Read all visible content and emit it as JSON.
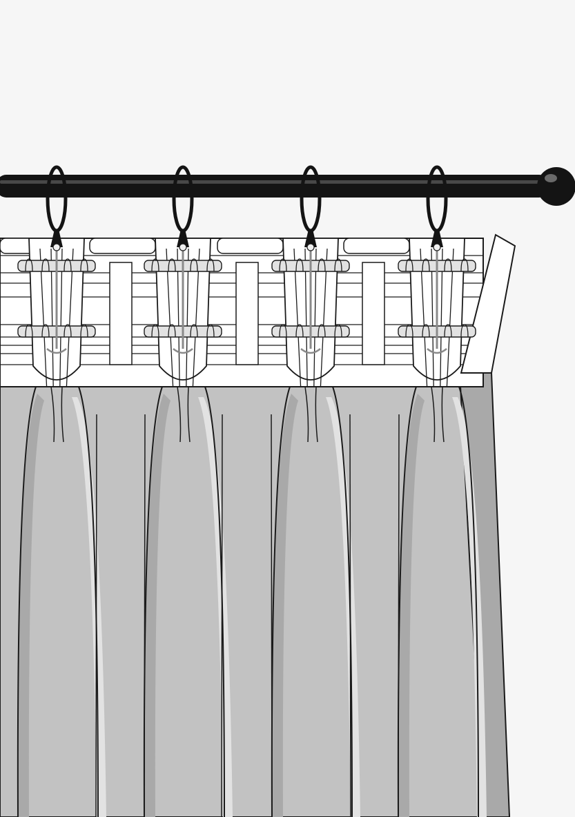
{
  "illustration": {
    "subject": "pinch-pleat-curtain-on-rod",
    "ring_count": 4,
    "pleat_count": 4,
    "colors": {
      "background": "#f6f6f6",
      "rod": "#141414",
      "rod_highlight": "#6a6a6a",
      "fabric": "#c2c2c2",
      "fabric_shadow": "#a9a9a9",
      "fabric_highlight": "#e2e2e2",
      "heading": "#ffffff",
      "outline": "#1a1a1a",
      "hook": "#8a8a8a"
    }
  }
}
